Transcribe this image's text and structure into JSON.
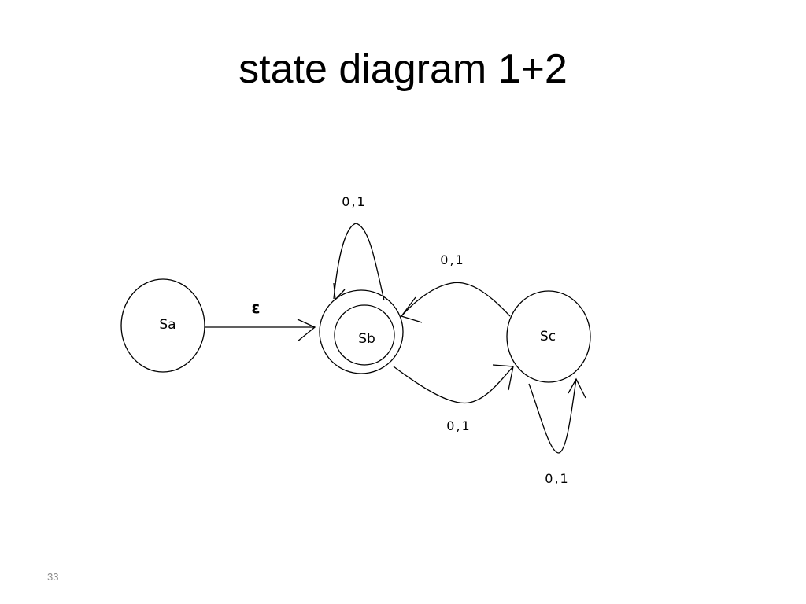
{
  "slide": {
    "title": "state diagram 1+2",
    "page_number": "33"
  },
  "diagram": {
    "states": [
      {
        "id": "Sa",
        "label": "Sa",
        "accepting": false
      },
      {
        "id": "Sb",
        "label": "Sb",
        "accepting": true
      },
      {
        "id": "Sc",
        "label": "Sc",
        "accepting": false
      }
    ],
    "transitions": [
      {
        "from": "Sa",
        "to": "Sb",
        "label": "ε"
      },
      {
        "from": "Sb",
        "to": "Sb",
        "label": "0,1"
      },
      {
        "from": "Sb",
        "to": "Sc",
        "label": "0,1"
      },
      {
        "from": "Sc",
        "to": "Sb",
        "label": "0,1"
      },
      {
        "from": "Sc",
        "to": "Sc",
        "label": "0,1"
      }
    ]
  },
  "colors": {
    "background": "#ffffff",
    "ink": "#000000",
    "page_number": "#8a8a8a"
  }
}
